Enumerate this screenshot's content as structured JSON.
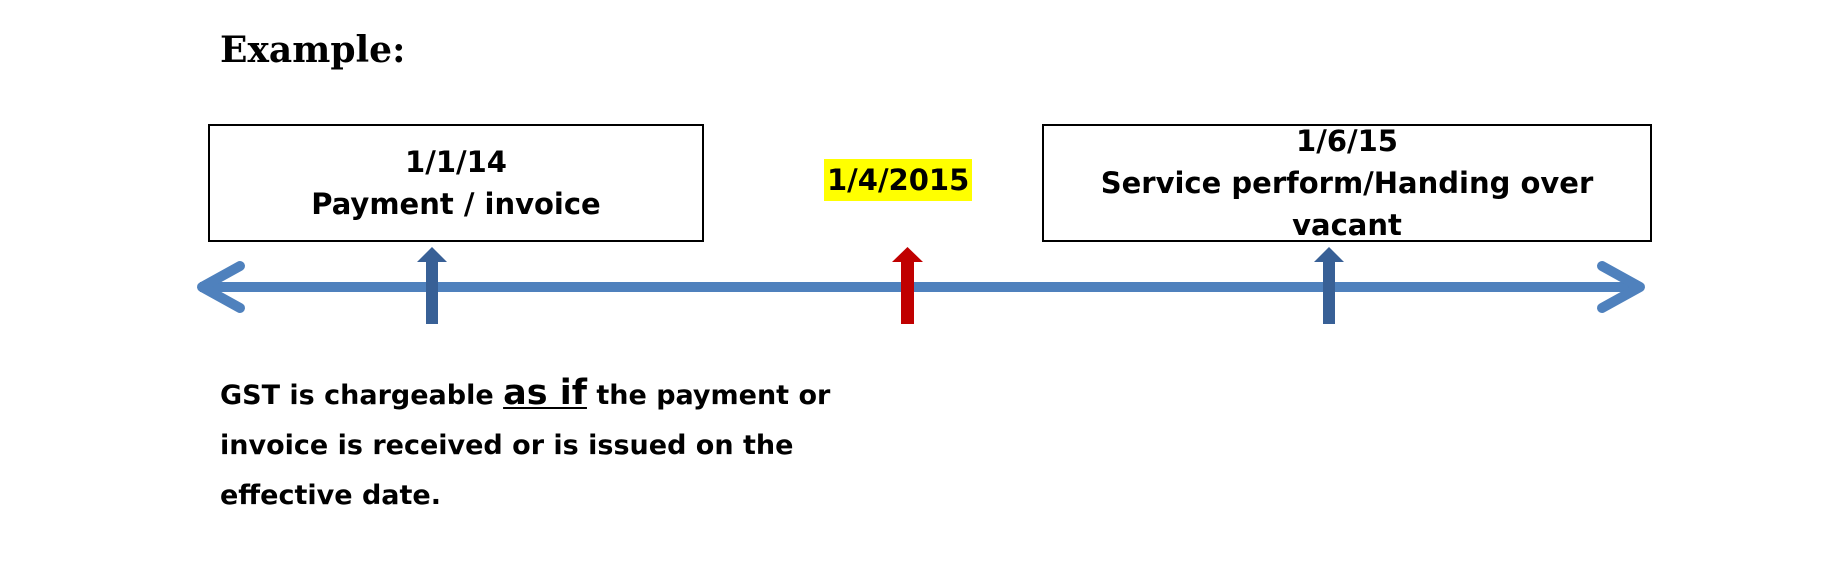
{
  "heading": "Example:",
  "events": {
    "payment": {
      "date": "1/1/14",
      "label": "Payment / invoice"
    },
    "effective": {
      "date": "1/4/2015"
    },
    "service": {
      "date": "1/6/15",
      "label": "Service perform/Handing over vacant"
    }
  },
  "note": {
    "part1": "GST is chargeable ",
    "emphasis": "as if",
    "part2": " the payment or invoice is received or is issued on the effective date."
  },
  "colors": {
    "timeline": "#4f81bd",
    "event_marker": "#386096",
    "effective_marker": "#c00000",
    "highlight": "#ffff00"
  }
}
